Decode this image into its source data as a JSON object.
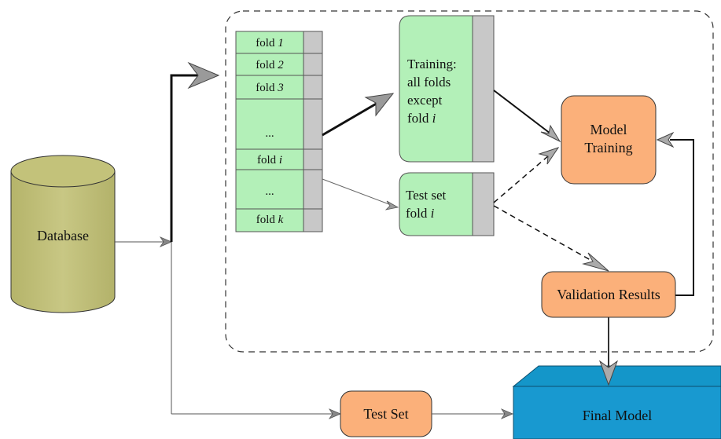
{
  "database": {
    "label": "Database"
  },
  "folds": {
    "rows": [
      {
        "prefix": "fold ",
        "index": "1"
      },
      {
        "prefix": "fold ",
        "index": "2"
      },
      {
        "prefix": "fold ",
        "index": "3"
      },
      {
        "prefix": "...",
        "index": ""
      },
      {
        "prefix": "fold ",
        "index": "i"
      },
      {
        "prefix": "...",
        "index": ""
      },
      {
        "prefix": "fold ",
        "index": "k"
      }
    ]
  },
  "training_box": {
    "line1": "Training:",
    "line2": "all folds",
    "line3": "except",
    "line4_prefix": "fold ",
    "line4_index": "i"
  },
  "test_fold_box": {
    "line1": "Test set",
    "line2_prefix": "fold ",
    "line2_index": "i"
  },
  "model_training": {
    "line1": "Model",
    "line2": "Training"
  },
  "validation_results": {
    "label": "Validation Results"
  },
  "test_set": {
    "label": "Test Set"
  },
  "final_model": {
    "label": "Final Model"
  },
  "colors": {
    "fold_green": "#b3f0b8",
    "side_gray": "#c8c8c8",
    "orange": "#fbb07a",
    "database_olive": "#c3c27a",
    "final_model_blue": "#1899d0"
  }
}
